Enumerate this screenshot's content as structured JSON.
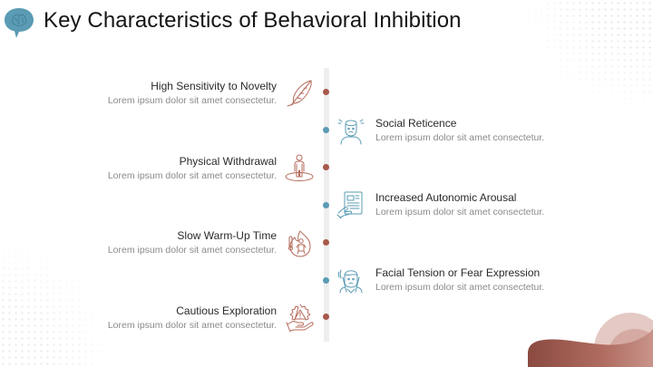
{
  "title": "Key Characteristics of Behavioral Inhibition",
  "colors": {
    "brown_accent": "#a8594a",
    "blue_accent": "#5b9bb4",
    "timeline_bar": "#eeeeee",
    "logo_bubble": "#5b9bb4"
  },
  "logo": {
    "icon": "brain-speech-bubble-icon"
  },
  "items": [
    {
      "side": "left",
      "heading": "High Sensitivity to Novelty",
      "description": "Lorem ipsum dolor sit amet consectetur.",
      "icon": "feather-icon",
      "color": "brown"
    },
    {
      "side": "right",
      "heading": "Social Reticence",
      "description": "Lorem ipsum dolor sit amet consectetur.",
      "icon": "anxious-child-icon",
      "color": "blue"
    },
    {
      "side": "left",
      "heading": "Physical Withdrawal",
      "description": "Lorem ipsum dolor sit amet consectetur.",
      "icon": "person-standing-circle-icon",
      "color": "brown"
    },
    {
      "side": "right",
      "heading": "Increased Autonomic Arousal",
      "description": "Lorem ipsum dolor sit amet consectetur.",
      "icon": "medical-report-hand-icon",
      "color": "blue"
    },
    {
      "side": "left",
      "heading": "Slow Warm-Up Time",
      "description": "Lorem ipsum dolor sit amet consectetur.",
      "icon": "person-fire-thermometer-icon",
      "color": "brown"
    },
    {
      "side": "right",
      "heading": "Facial Tension or Fear Expression",
      "description": "Lorem ipsum dolor sit amet consectetur.",
      "icon": "fearful-face-hands-icon",
      "color": "blue"
    },
    {
      "side": "left",
      "heading": "Cautious Exploration",
      "description": "Lorem ipsum dolor sit amet consectetur.",
      "icon": "hand-warning-gear-icon",
      "color": "brown"
    }
  ]
}
